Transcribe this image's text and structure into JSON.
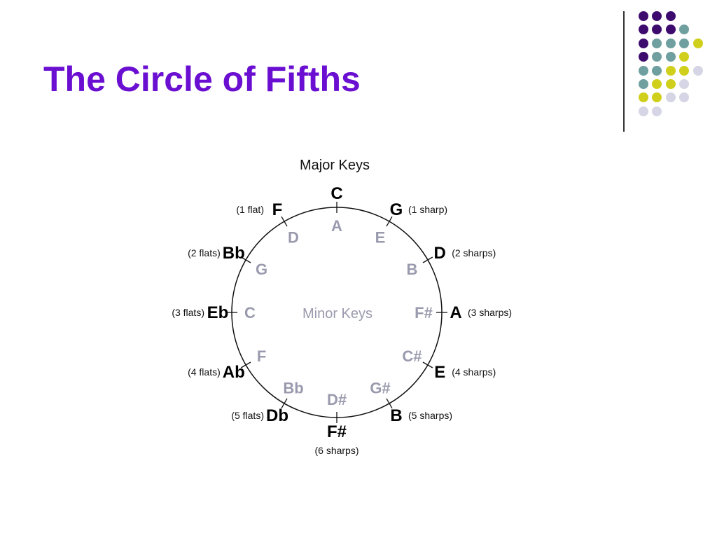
{
  "slide": {
    "title": "The Circle of Fifths"
  },
  "colors": {
    "title": "#6a0fd1",
    "major_key": "#000000",
    "minor_key": "#9a9aae",
    "minor_heading": "#9a9aae",
    "circle": "#111111",
    "signature_text": "#111111",
    "divider": "#333333",
    "dot_palette": [
      "#3d0b6e",
      "#6f9f9f",
      "#cfcf1c",
      "#d5d5e5"
    ]
  },
  "decoration": {
    "dot_rows": [
      [
        0,
        0,
        0,
        -1
      ],
      [
        0,
        0,
        0,
        1
      ],
      [
        0,
        1,
        1,
        1,
        2
      ],
      [
        0,
        1,
        1,
        2
      ],
      [
        1,
        1,
        2,
        2,
        3
      ],
      [
        1,
        2,
        2,
        3
      ],
      [
        2,
        2,
        3,
        3
      ],
      [
        3,
        3
      ]
    ]
  },
  "diagram": {
    "major_heading": "Major Keys",
    "minor_heading": "Minor Keys",
    "keys": [
      {
        "major": "C",
        "minor": "A",
        "signature": ""
      },
      {
        "major": "G",
        "minor": "E",
        "signature": "(1 sharp)"
      },
      {
        "major": "D",
        "minor": "B",
        "signature": "(2 sharps)"
      },
      {
        "major": "A",
        "minor": "F#",
        "signature": "(3 sharps)"
      },
      {
        "major": "E",
        "minor": "C#",
        "signature": "(4 sharps)"
      },
      {
        "major": "B",
        "minor": "G#",
        "signature": "(5 sharps)"
      },
      {
        "major": "F#",
        "minor": "D#",
        "signature": "(6 sharps)"
      },
      {
        "major": "Db",
        "minor": "Bb",
        "signature": "(5 flats)"
      },
      {
        "major": "Ab",
        "minor": "F",
        "signature": "(4 flats)"
      },
      {
        "major": "Eb",
        "minor": "C",
        "signature": "(3 flats)"
      },
      {
        "major": "Bb",
        "minor": "G",
        "signature": "(2 flats)"
      },
      {
        "major": "F",
        "minor": "D",
        "signature": "(1 flat)"
      }
    ]
  }
}
